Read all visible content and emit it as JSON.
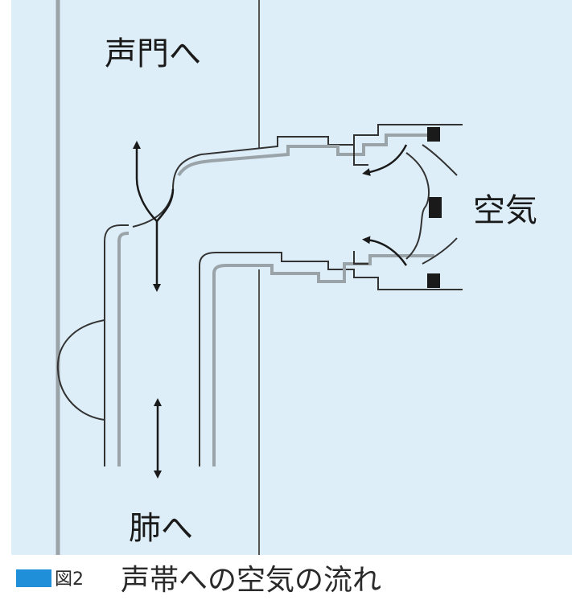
{
  "diagram": {
    "labels": {
      "glottis": "声門へ",
      "air": "空気",
      "lungs": "肺へ"
    }
  },
  "caption": {
    "figure_number": "図2",
    "text": "声帯への空気の流れ"
  },
  "colors": {
    "background": "#ddeef8",
    "line": "#333333",
    "gray_line": "#9aa3a8",
    "accent": "#1e8fd8"
  }
}
